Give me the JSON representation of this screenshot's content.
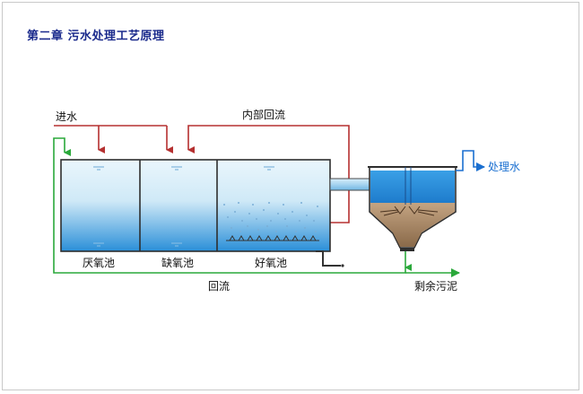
{
  "title": "第二章  污水处理工艺原理",
  "labels": {
    "inflow": "进水",
    "internal_recirculation": "内部回流",
    "anaerobic_tank": "厌氧池",
    "anoxic_tank": "缺氧池",
    "aerobic_tank": "好氧池",
    "treated_water": "处理水",
    "return_flow": "回流",
    "excess_sludge": "剩余污泥"
  },
  "colors": {
    "title": "#1a2a8c",
    "inflow_line": "#b53030",
    "return_line": "#2aa83a",
    "outflow_line": "#1a6fd0",
    "water_light": "#c7e6f6",
    "water_dark": "#2a8fd8",
    "sludge": "#9b7a5a"
  }
}
